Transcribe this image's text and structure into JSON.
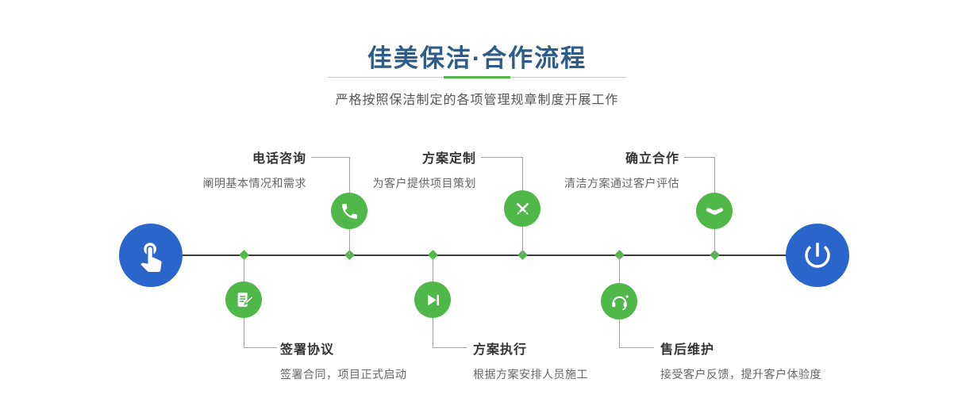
{
  "header": {
    "title": "佳美保洁·合作流程",
    "subtitle": "严格按照保洁制定的各项管理规章制度开展工作"
  },
  "colors": {
    "green": "#4fb848",
    "blue": "#2a65cb",
    "navy": "#2d5b8a",
    "line": "#3c3c3c"
  },
  "timeline": {
    "start_icon": "pointing-hand-icon",
    "end_icon": "power-icon",
    "steps_top": [
      {
        "title": "电话咨询",
        "desc": "阐明基本情况和需求",
        "icon": "phone-icon"
      },
      {
        "title": "方案定制",
        "desc": "为客户提供项目策划",
        "icon": "pen-tools-icon"
      },
      {
        "title": "确立合作",
        "desc": "清洁方案通过客户评估",
        "icon": "handshake-icon"
      }
    ],
    "steps_bottom": [
      {
        "title": "签署协议",
        "desc": "签署合同，项目正式启动",
        "icon": "contract-icon"
      },
      {
        "title": "方案执行",
        "desc": "根据方案安排人员施工",
        "icon": "play-icon"
      },
      {
        "title": "售后维护",
        "desc": "接受客户反馈，提升客户体验度",
        "icon": "headset-icon"
      }
    ]
  }
}
